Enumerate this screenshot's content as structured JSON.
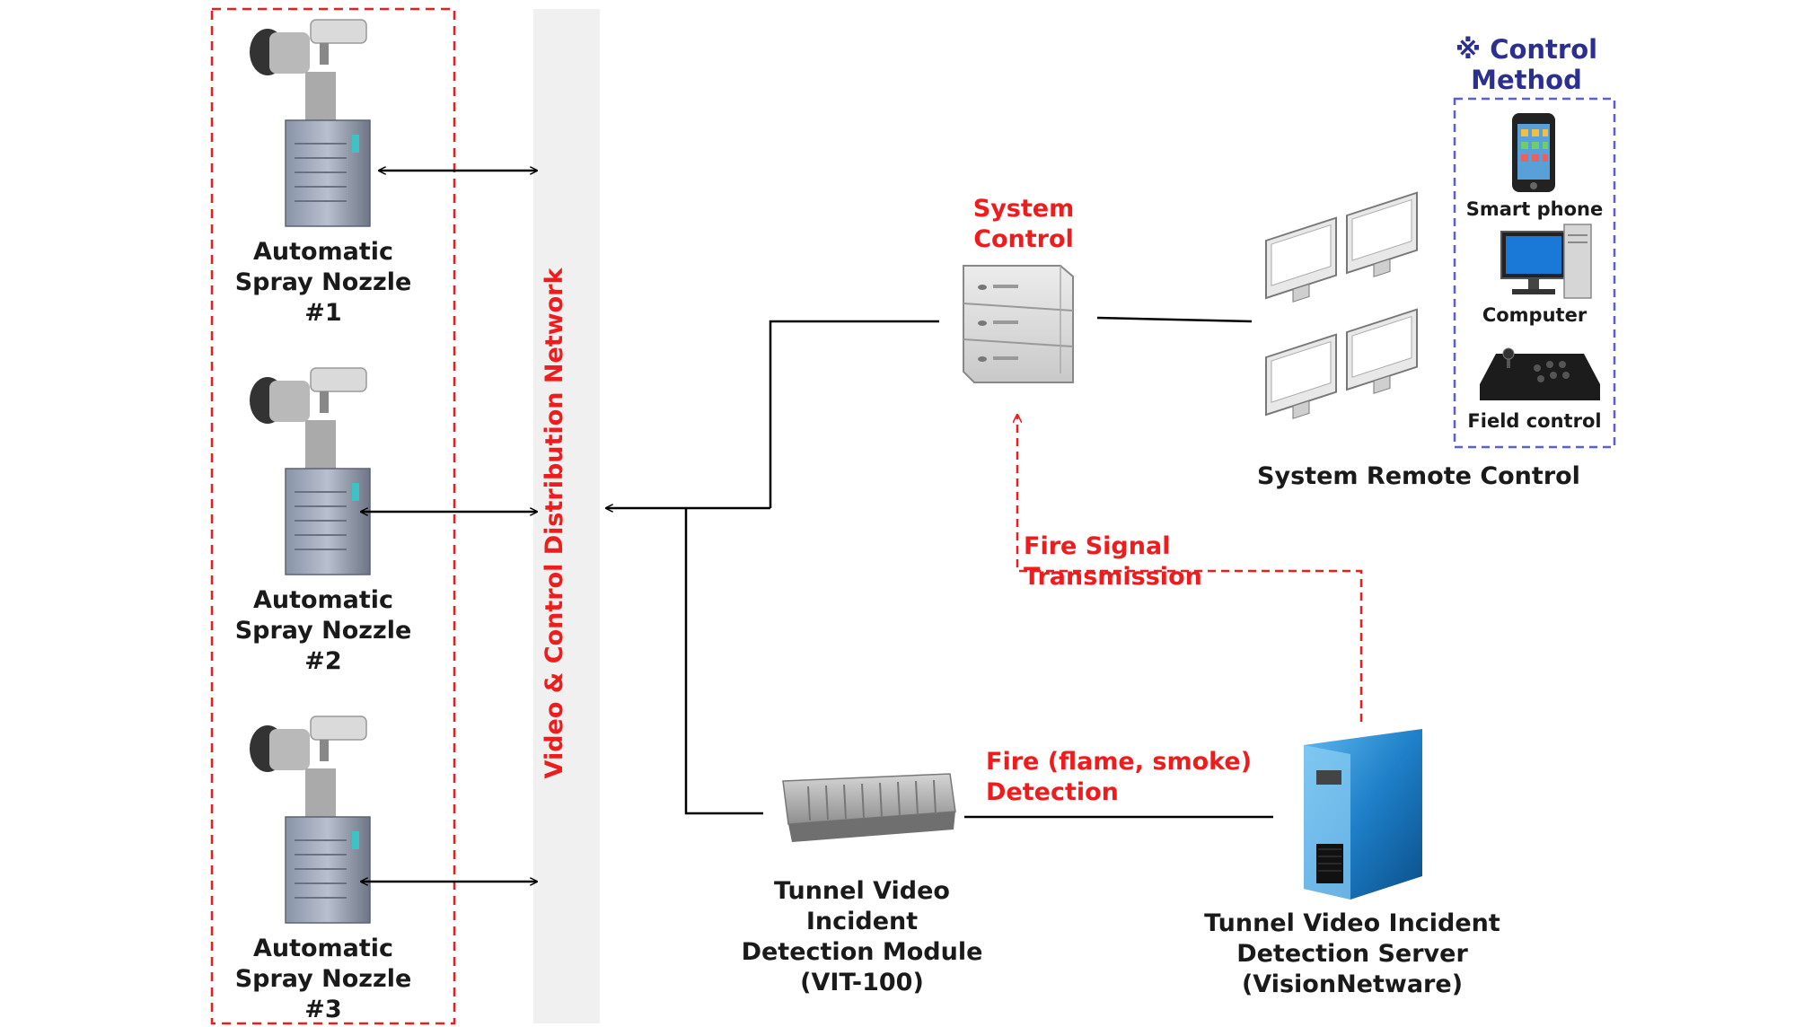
{
  "network_bus": {
    "label": "Video & Control Distribution  Network"
  },
  "nozzles": [
    {
      "lines": [
        "Automatic",
        "Spray Nozzle",
        "#1"
      ]
    },
    {
      "lines": [
        "Automatic",
        "Spray Nozzle",
        "#2"
      ]
    },
    {
      "lines": [
        "Automatic",
        "Spray Nozzle",
        "#3"
      ]
    }
  ],
  "system_control": {
    "lines": [
      "System",
      "Control"
    ]
  },
  "system_remote_control": {
    "label": "System Remote Control"
  },
  "control_method": {
    "title_lines": [
      "※ Control",
      "Method"
    ],
    "items": [
      "Smart phone",
      "Computer",
      "Field control"
    ]
  },
  "fire_signal": {
    "label": "Fire Signal Transmission"
  },
  "fire_detection": {
    "lines": [
      "Fire (flame, smoke)",
      "Detection"
    ]
  },
  "detection_module": {
    "lines": [
      "Tunnel Video",
      "Incident",
      "Detection Module",
      "(VIT-100)"
    ]
  },
  "detection_server": {
    "lines": [
      "Tunnel Video Incident",
      "Detection Server",
      "(VisionNetware)"
    ]
  },
  "colors": {
    "accent_red": "#ee1c1c",
    "control_method_blue": "#5a5fd6",
    "navy_text": "#2b2f8f",
    "bus_gray": "#f0f0f0"
  }
}
